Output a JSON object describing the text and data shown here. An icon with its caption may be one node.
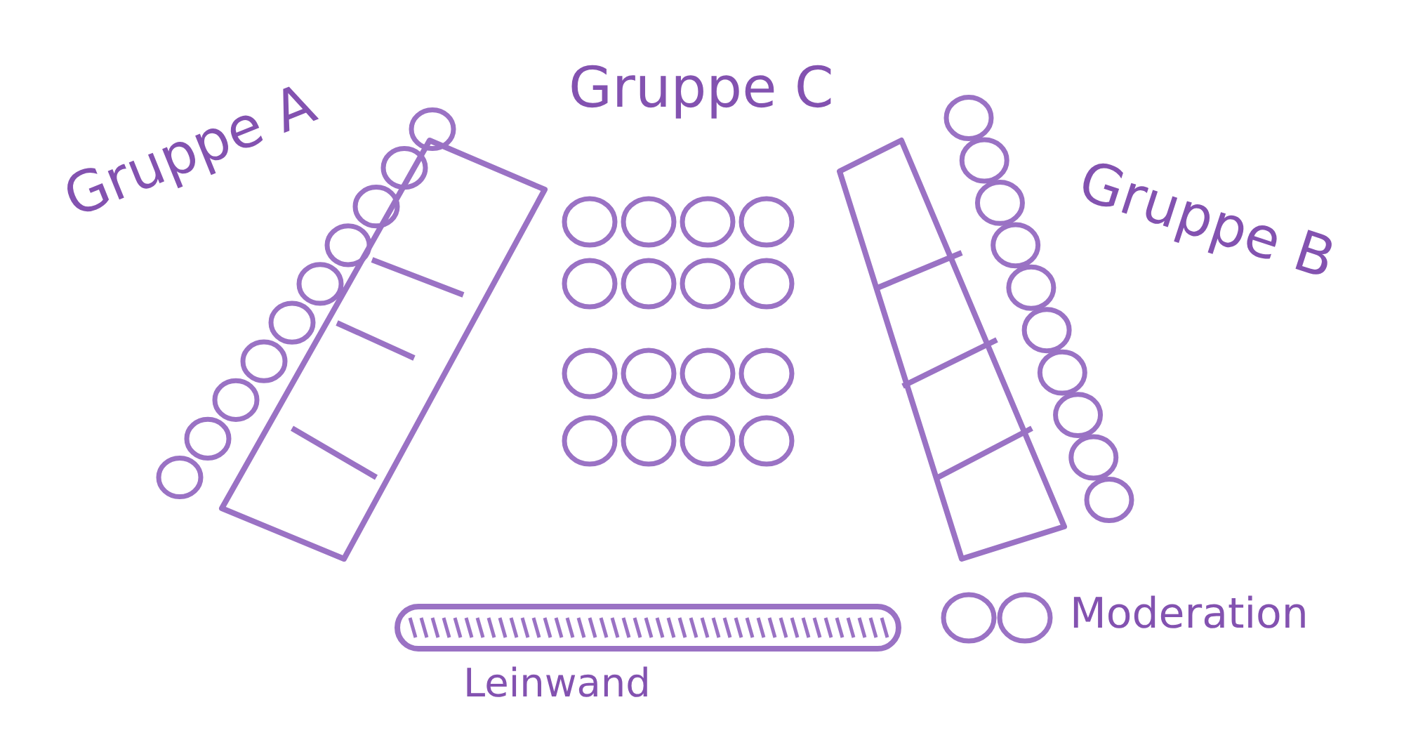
{
  "diagram": {
    "labels": [
      "Gruppe A",
      "Gruppe C",
      "Gruppe B",
      "Moderation",
      "Leinwand"
    ]
  }
}
